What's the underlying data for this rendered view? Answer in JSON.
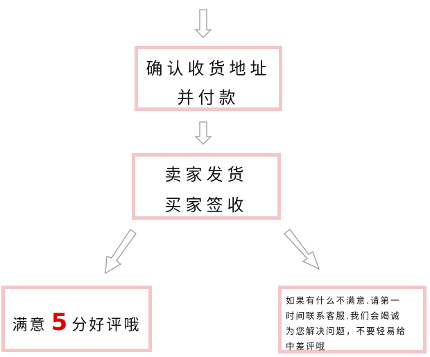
{
  "steps": {
    "confirm": {
      "line1": "确认收货地址",
      "line2": "并付款"
    },
    "shipping": {
      "line1": "卖家发货",
      "line2": "买家签收"
    },
    "satisfied": {
      "before": "满意",
      "highlight": "5",
      "after": "分好评哦"
    },
    "unsatisfied": {
      "line1": "如果有什么不满意.请第一",
      "line2": "时间联系客服.我们会竭诚",
      "line3": "为您解决问题，不要轻易给",
      "line4": "中差评哦"
    }
  },
  "colors": {
    "box_border": "#f2c7c7",
    "highlight": "#e00000",
    "arrow_stroke": "#9a9a9a"
  },
  "icons": {
    "arrow_shape": "hollow-arrow"
  }
}
